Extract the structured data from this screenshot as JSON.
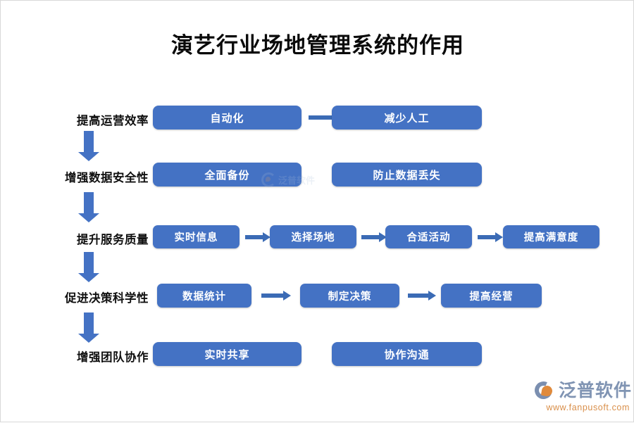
{
  "page": {
    "title": "演艺行业场地管理系统的作用",
    "background_color": "#ffffff",
    "node_color": "#4472C4",
    "arrow_color": "#4472C4",
    "label_color": "#101010"
  },
  "flow": {
    "rows": [
      {
        "label": "提高运营效率",
        "nodes": [
          "自动化",
          "减少人工"
        ],
        "arrows_between": [
          true
        ]
      },
      {
        "label": "增强数据安全性",
        "nodes": [
          "全面备份",
          "防止数据丢失"
        ],
        "arrows_between": [
          false
        ]
      },
      {
        "label": "提升服务质量",
        "nodes": [
          "实时信息",
          "选择场地",
          "合适活动",
          "提高满意度"
        ],
        "arrows_between": [
          true,
          true,
          true
        ]
      },
      {
        "label": "促进决策科学性",
        "nodes": [
          "数据统计",
          "制定决策",
          "提高经营"
        ],
        "arrows_between": [
          true,
          true
        ]
      },
      {
        "label": "增强团队协作",
        "nodes": [
          "实时共享",
          "协作沟通"
        ],
        "arrows_between": [
          false
        ]
      }
    ],
    "vertical_arrow_count": 4
  },
  "watermark": {
    "text": "泛普软件"
  },
  "brand": {
    "name": "泛普软件",
    "url": "www.fanpusoft.com"
  }
}
